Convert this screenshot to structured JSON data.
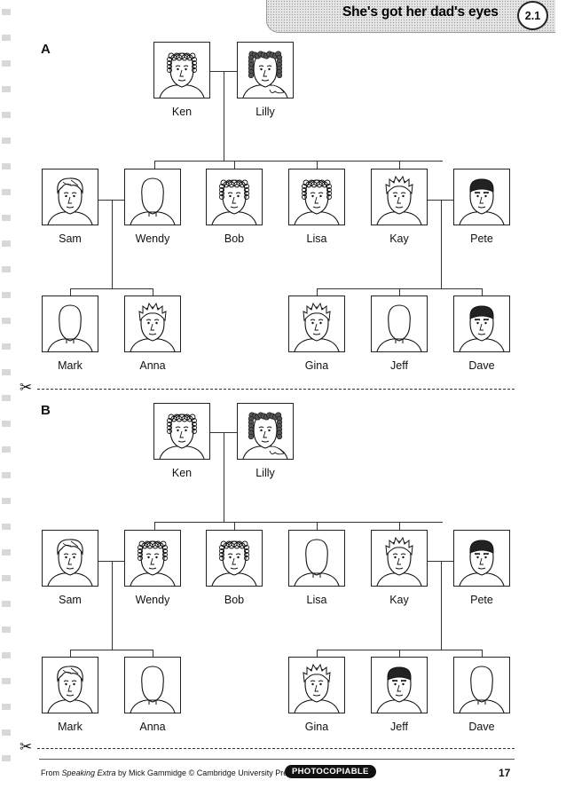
{
  "header": {
    "title": "She's got her dad's eyes",
    "unit": "2.1"
  },
  "sections": [
    {
      "letter": "A",
      "people": [
        {
          "key": "ken",
          "name": "Ken",
          "face": "curly"
        },
        {
          "key": "lilly",
          "name": "Lilly",
          "face": "woman"
        },
        {
          "key": "sam",
          "name": "Sam",
          "face": "wavy"
        },
        {
          "key": "wendy",
          "name": "Wendy",
          "face": "blank"
        },
        {
          "key": "bob",
          "name": "Bob",
          "face": "curly"
        },
        {
          "key": "lisa",
          "name": "Lisa",
          "face": "curly"
        },
        {
          "key": "kay",
          "name": "Kay",
          "face": "spiky"
        },
        {
          "key": "pete",
          "name": "Pete",
          "face": "flat"
        },
        {
          "key": "mark",
          "name": "Mark",
          "face": "blank"
        },
        {
          "key": "anna",
          "name": "Anna",
          "face": "spiky"
        },
        {
          "key": "gina",
          "name": "Gina",
          "face": "spiky"
        },
        {
          "key": "jeff",
          "name": "Jeff",
          "face": "blank"
        },
        {
          "key": "dave",
          "name": "Dave",
          "face": "flat"
        }
      ]
    },
    {
      "letter": "B",
      "people": [
        {
          "key": "ken",
          "name": "Ken",
          "face": "curly"
        },
        {
          "key": "lilly",
          "name": "Lilly",
          "face": "woman"
        },
        {
          "key": "sam",
          "name": "Sam",
          "face": "wavy"
        },
        {
          "key": "wendy",
          "name": "Wendy",
          "face": "curly"
        },
        {
          "key": "bob",
          "name": "Bob",
          "face": "curly"
        },
        {
          "key": "lisa",
          "name": "Lisa",
          "face": "blank"
        },
        {
          "key": "kay",
          "name": "Kay",
          "face": "spiky"
        },
        {
          "key": "pete",
          "name": "Pete",
          "face": "flat"
        },
        {
          "key": "mark",
          "name": "Mark",
          "face": "wavy"
        },
        {
          "key": "anna",
          "name": "Anna",
          "face": "blank"
        },
        {
          "key": "gina",
          "name": "Gina",
          "face": "spiky"
        },
        {
          "key": "jeff",
          "name": "Jeff",
          "face": "flat"
        },
        {
          "key": "dave",
          "name": "Dave",
          "face": "blank"
        }
      ]
    }
  ],
  "footer": {
    "prefix": "From ",
    "book": "Speaking Extra",
    "credit": " by Mick Gammidge © Cambridge University Press 2004",
    "badge": "PHOTOCOPIABLE",
    "page": "17"
  },
  "icons": {
    "cut": "scissors-icon",
    "portrait_placeholder": "person-silhouette-icon"
  }
}
